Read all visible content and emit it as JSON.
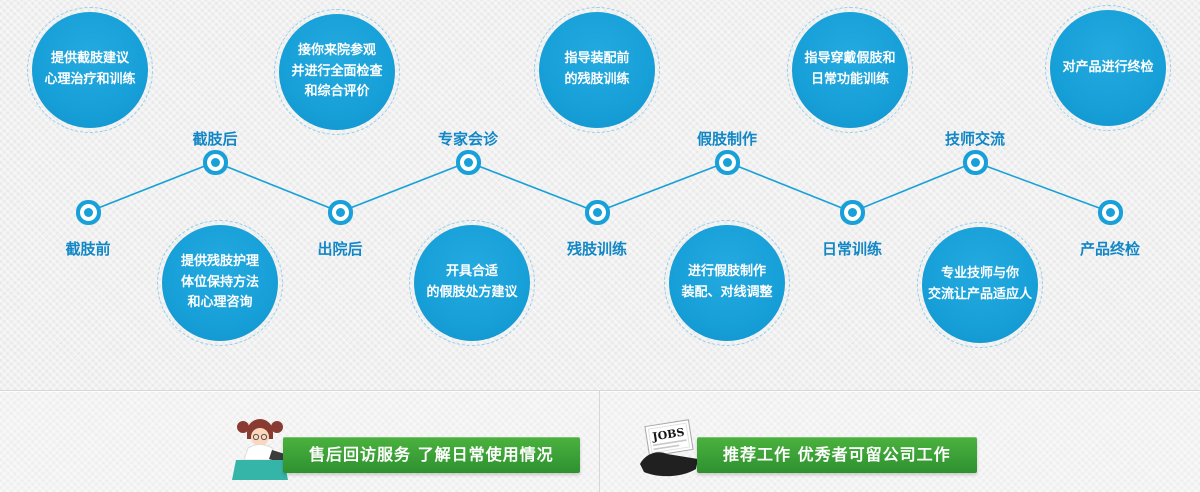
{
  "colors": {
    "accent_blue": "#18a0d8",
    "label_blue": "#1287c6",
    "banner_green_top": "#4bb23e",
    "banner_green_bottom": "#2e9130"
  },
  "timeline": {
    "stages": [
      {
        "label": "截肢前",
        "detail": "提供截肢建议\n心理治疗和训练"
      },
      {
        "label": "截肢后",
        "detail": "提供残肢护理\n体位保持方法\n和心理咨询"
      },
      {
        "label": "出院后",
        "detail": "接你来院参观\n并进行全面检查\n和综合评价"
      },
      {
        "label": "专家会诊",
        "detail": "开具合适\n的假肢处方建议"
      },
      {
        "label": "残肢训练",
        "detail": "指导装配前\n的残肢训练"
      },
      {
        "label": "假肢制作",
        "detail": "进行假肢制作\n装配、对线调整"
      },
      {
        "label": "日常训练",
        "detail": "指导穿戴假肢和\n日常功能训练"
      },
      {
        "label": "技师交流",
        "detail": "专业技师与你\n交流让产品适应人"
      },
      {
        "label": "产品终检",
        "detail": "对产品进行终检"
      }
    ]
  },
  "footer": {
    "left_banner": {
      "text": "售后回访服务 了解日常使用情况"
    },
    "right_banner": {
      "text": "推荐工作 优秀者可留公司工作",
      "icon_text": "JOBS"
    }
  }
}
